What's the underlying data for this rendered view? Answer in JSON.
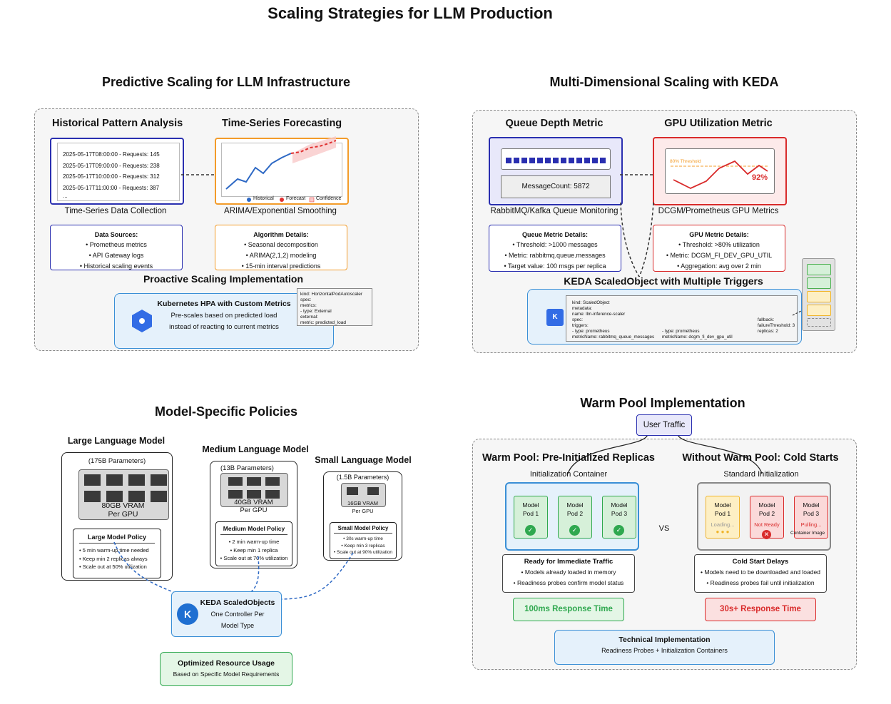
{
  "title": "Scaling Strategies for LLM Production",
  "predictive": {
    "title": "Predictive Scaling for LLM Infrastructure",
    "hist_title": "Historical Pattern Analysis",
    "hist_lines": [
      "2025-05-17T08:00:00 - Requests: 145",
      "2025-05-17T09:00:00 - Requests: 238",
      "2025-05-17T10:00:00 - Requests: 312",
      "2025-05-17T11:00:00 - Requests: 387",
      "..."
    ],
    "hist_caption": "Time-Series Data Collection",
    "forecast_title": "Time-Series Forecasting",
    "legend": [
      "Historical",
      "Forecast",
      "Confidence"
    ],
    "forecast_caption": "ARIMA/Exponential Smoothing",
    "sources_title": "Data Sources:",
    "sources": [
      "• Prometheus metrics",
      "• API Gateway logs",
      "• Historical scaling events"
    ],
    "algo_title": "Algorithm Details:",
    "algo": [
      "• Seasonal decomposition",
      "• ARIMA(2,1,2) modeling",
      "• 15-min interval predictions"
    ],
    "impl_title": "Proactive Scaling Implementation",
    "hpa_title": "Kubernetes HPA with Custom Metrics",
    "hpa_desc1": "Pre-scales based on predicted load",
    "hpa_desc2": "instead of reacting to current metrics",
    "yaml": [
      "kind: HorizontalPodAutoscaler",
      "spec:",
      "metrics:",
      "- type: External",
      "external:",
      "metric: predicted_load"
    ]
  },
  "keda": {
    "title": "Multi-Dimensional Scaling with KEDA",
    "queue_title": "Queue Depth Metric",
    "message_count": "MessageCount: 5872",
    "queue_caption": "RabbitMQ/Kafka Queue Monitoring",
    "gpu_title": "GPU Utilization Metric",
    "threshold_label": "80% Threshold",
    "gpu_value": "92%",
    "gpu_caption": "DCGM/Prometheus GPU Metrics",
    "queue_details_title": "Queue Metric Details:",
    "queue_details": [
      "• Threshold: >1000 messages",
      "• Metric: rabbitmq.queue.messages",
      "• Target value: 100 msgs per replica"
    ],
    "gpu_details_title": "GPU Metric Details:",
    "gpu_details": [
      "• Threshold: >80% utilization",
      "• Metric: DCGM_FI_DEV_GPU_UTIL",
      "• Aggregation: avg over 2 min"
    ],
    "so_title": "KEDA ScaledObject with Multiple Triggers",
    "k_letter": "K",
    "so_yaml_left": [
      "kind: ScaledObject",
      "metadata:",
      "name: llm-inference-scaler",
      "spec:",
      "triggers:",
      "- type: prometheus",
      "metricName: rabbitmq_queue_messages"
    ],
    "so_yaml_mid": [
      "- type: prometheus",
      "metricName: dcgm_fi_dev_gpu_util"
    ],
    "so_yaml_right": [
      "fallback:",
      "failureThreshold: 3",
      "replicas: 2"
    ]
  },
  "model": {
    "title": "Model-Specific Policies",
    "large_title": "Large Language Model",
    "large_params": "(175B Parameters)",
    "large_vram1": "80GB VRAM",
    "large_vram2": "Per GPU",
    "large_policy_title": "Large Model Policy",
    "large_policy": [
      "• 5 min warm-up time needed",
      "• Keep min 2 replicas always",
      "• Scale out at 50% utilization"
    ],
    "medium_title": "Medium Language Model",
    "medium_params": "(13B Parameters)",
    "medium_vram1": "40GB VRAM",
    "medium_vram2": "Per GPU",
    "medium_policy_title": "Medium Model Policy",
    "medium_policy": [
      "• 2 min warm-up time",
      "• Keep min 1 replica",
      "• Scale out at 70% utilization"
    ],
    "small_title": "Small Language Model",
    "small_params": "(1.5B Parameters)",
    "small_vram1": "16GB VRAM",
    "small_vram2": "Per GPU",
    "small_policy_title": "Small Model Policy",
    "small_policy": [
      "• 30s warm-up time",
      "• Keep min 3 replicas",
      "• Scale out at 90% utilization"
    ],
    "keda_title": "KEDA ScaledObjects",
    "keda_desc1": "One Controller Per",
    "keda_desc2": "Model Type",
    "k_letter": "K",
    "opt_title": "Optimized Resource Usage",
    "opt_desc": "Based on Specific Model Requirements"
  },
  "warm": {
    "title": "Warm Pool Implementation",
    "user_traffic": "User Traffic",
    "warm_title": "Warm Pool: Pre-Initialized Replicas",
    "init_container": "Initialization Container",
    "warm_pods": [
      "Model Pod 1",
      "Model Pod 2",
      "Model Pod 3"
    ],
    "vs": "VS",
    "cold_title": "Without Warm Pool: Cold Starts",
    "std_init": "Standard Initialization",
    "cold_pods": [
      {
        "name": "Model Pod 1",
        "status": "Loading..."
      },
      {
        "name": "Model Pod 2",
        "status": "Not Ready"
      },
      {
        "name": "Model Pod 3",
        "status": "Pulling..."
      }
    ],
    "container_image": "Container Image",
    "ready_title": "Ready for Immediate Traffic",
    "ready": [
      "• Models already loaded in memory",
      "• Readiness probes confirm model status"
    ],
    "cold_delay_title": "Cold Start Delays",
    "cold_delay": [
      "• Models need to be downloaded and loaded",
      "• Readiness probes fail until initialization"
    ],
    "fast": "100ms Response Time",
    "slow": "30s+ Response Time",
    "tech_title": "Technical Implementation",
    "tech_desc": "Readiness Probes + Initialization Containers"
  },
  "colors": {
    "blue": "#2a2fb0",
    "orange": "#f39c2a",
    "red": "#d92b2b",
    "green": "#2fa84f",
    "k8s": "#326ce5"
  }
}
